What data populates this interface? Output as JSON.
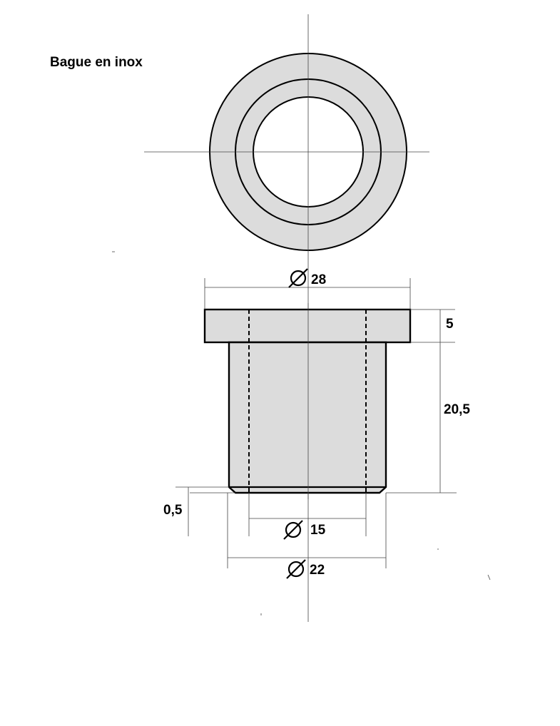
{
  "title": "Bague en inox",
  "colors": {
    "part_fill": "#dcdcdc",
    "outline": "#000000",
    "line": "#444444"
  },
  "dimensions": {
    "outer_diameter": "28",
    "flange_height": "5",
    "body_height": "20,5",
    "chamfer": "0,5",
    "bore_diameter": "15",
    "body_diameter": "22"
  },
  "symbols": {
    "diameter": "diameter-symbol-icon"
  }
}
